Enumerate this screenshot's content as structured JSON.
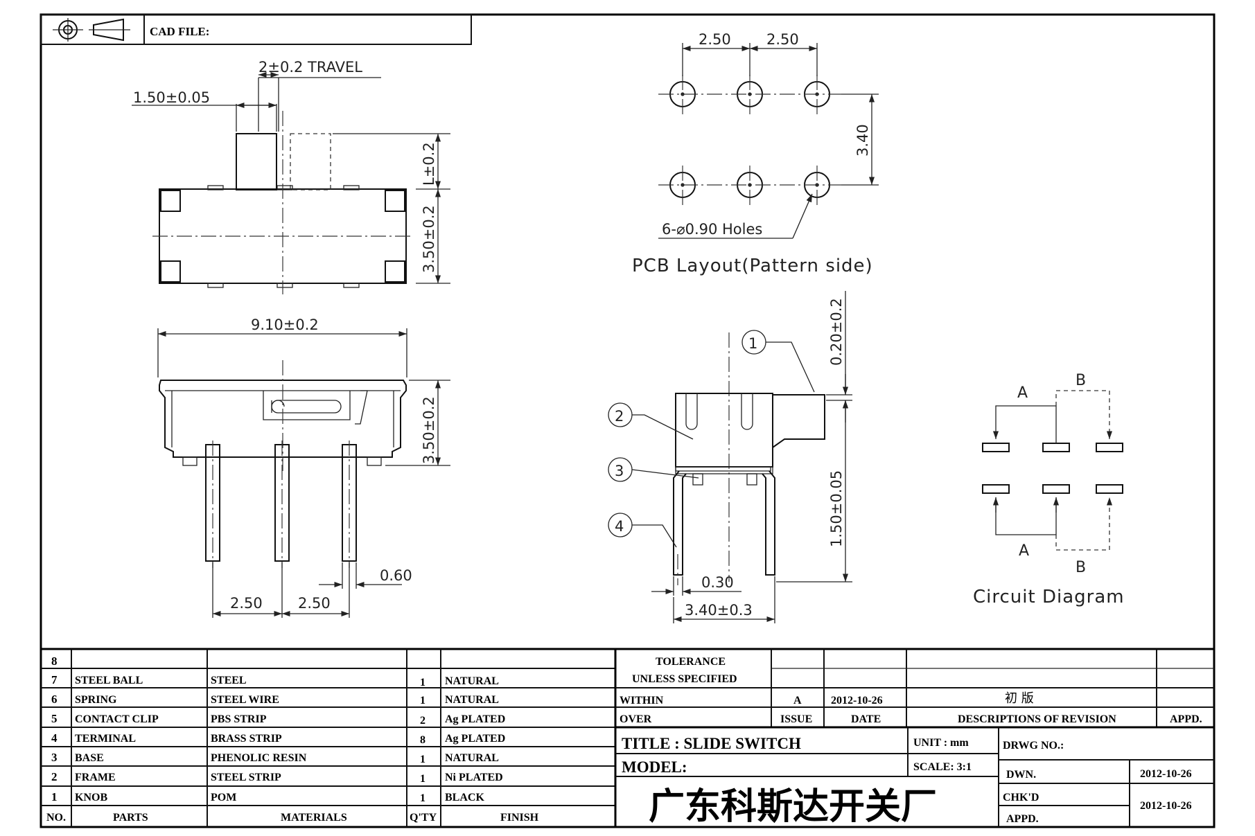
{
  "header": {
    "cad_file_label": "CAD FILE:"
  },
  "dimensions": {
    "travel": "2±0.2 TRAVEL",
    "knob_width": "1.50±0.05",
    "knob_height": "L±0.2",
    "body_height_top": "3.50±0.2",
    "body_length": "9.10±0.2",
    "body_height_side": "3.50±0.2",
    "pin_width": "0.60",
    "pin_pitch_1": "2.50",
    "pin_pitch_2": "2.50",
    "pcb_pitch_1": "2.50",
    "pcb_pitch_2": "2.50",
    "pcb_row_spacing": "3.40",
    "pcb_holes": "6-⌀0.90 Holes",
    "end_top": "0.20±0.2",
    "end_pin_len": "1.50±0.05",
    "end_pin_thick": "0.30",
    "end_width": "3.40±0.3"
  },
  "captions": {
    "pcb_layout": "PCB Layout(Pattern side)",
    "circuit_diagram": "Circuit Diagram"
  },
  "balloons": [
    "1",
    "2",
    "3",
    "4"
  ],
  "circuit": {
    "top_left": "A",
    "top_right": "B",
    "bottom_left": "A",
    "bottom_right": "B"
  },
  "bom": {
    "rows": [
      {
        "no": "8",
        "part": "",
        "material": "",
        "qty": "",
        "finish": ""
      },
      {
        "no": "7",
        "part": "STEEL BALL",
        "material": "STEEL",
        "qty": "1",
        "finish": "NATURAL"
      },
      {
        "no": "6",
        "part": "SPRING",
        "material": "STEEL WIRE",
        "qty": "1",
        "finish": "NATURAL"
      },
      {
        "no": "5",
        "part": "CONTACT CLIP",
        "material": "PBS STRIP",
        "qty": "2",
        "finish": "Ag PLATED"
      },
      {
        "no": "4",
        "part": "TERMINAL",
        "material": "BRASS STRIP",
        "qty": "8",
        "finish": "Ag PLATED"
      },
      {
        "no": "3",
        "part": "BASE",
        "material": "PHENOLIC RESIN",
        "qty": "1",
        "finish": "NATURAL"
      },
      {
        "no": "2",
        "part": "FRAME",
        "material": "STEEL STRIP",
        "qty": "1",
        "finish": "Ni PLATED"
      },
      {
        "no": "1",
        "part": "KNOB",
        "material": "POM",
        "qty": "1",
        "finish": "BLACK"
      }
    ],
    "headers": {
      "no": "NO.",
      "parts": "PARTS",
      "materials": "MATERIALS",
      "qty": "Q'TY",
      "finish": "FINISH"
    }
  },
  "tolerance": {
    "line1": "TOLERANCE",
    "line2": "UNLESS   SPECIFIED",
    "within": "WITHIN",
    "over": "OVER"
  },
  "revision": {
    "issue_value": "A",
    "date_value": "2012-10-26",
    "description_value": "初  版",
    "issue_label": "ISSUE",
    "date_label": "DATE",
    "description_label": "DESCRIPTIONS  OF  REVISION",
    "appd_label": "APPD."
  },
  "title_block": {
    "title": "TITLE :  SLIDE  SWITCH",
    "model": "MODEL:",
    "unit": "UNIT :   mm",
    "scale": "SCALE:   3:1",
    "drwg_no": "DRWG  NO.:",
    "dwn_label": "DWN.",
    "dwn_date": "2012-10-26",
    "chkd_label": "CHK'D",
    "appd_label": "APPD.",
    "chk_date": "2012-10-26",
    "company": "广东科斯达开关厂"
  }
}
